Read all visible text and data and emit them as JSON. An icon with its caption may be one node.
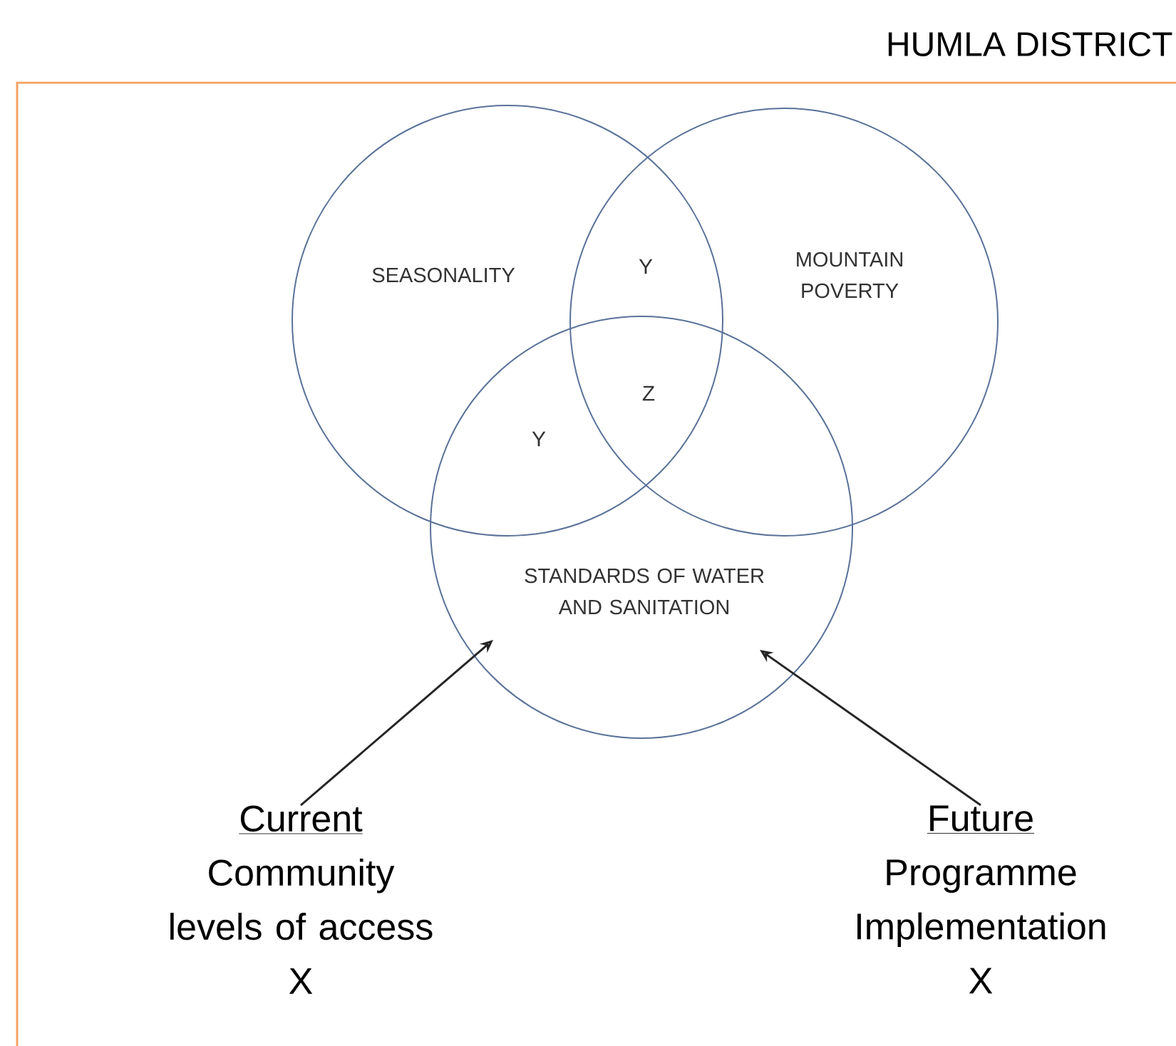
{
  "diagram": {
    "title": "HUMLA DISTRICT",
    "nodes": [
      {
        "text": [
          "SEASONALITY"
        ]
      },
      {
        "text": [
          "MOUNTAIN POVERTY"
        ]
      },
      {
        "text": [
          "STANDARDS OF WATER AND SANITATION"
        ]
      },
      {
        "text": [
          "Current",
          "Community levels of access",
          "X"
        ]
      },
      {
        "text": [
          "Future",
          "Programme Implementation",
          "X"
        ]
      }
    ],
    "edges": [
      {
        "from": 3,
        "to": 2,
        "arrow": "to"
      },
      {
        "from": 4,
        "to": 2,
        "arrow": "to"
      }
    ],
    "labels": [
      "Y",
      "Z",
      "Y"
    ]
  }
}
